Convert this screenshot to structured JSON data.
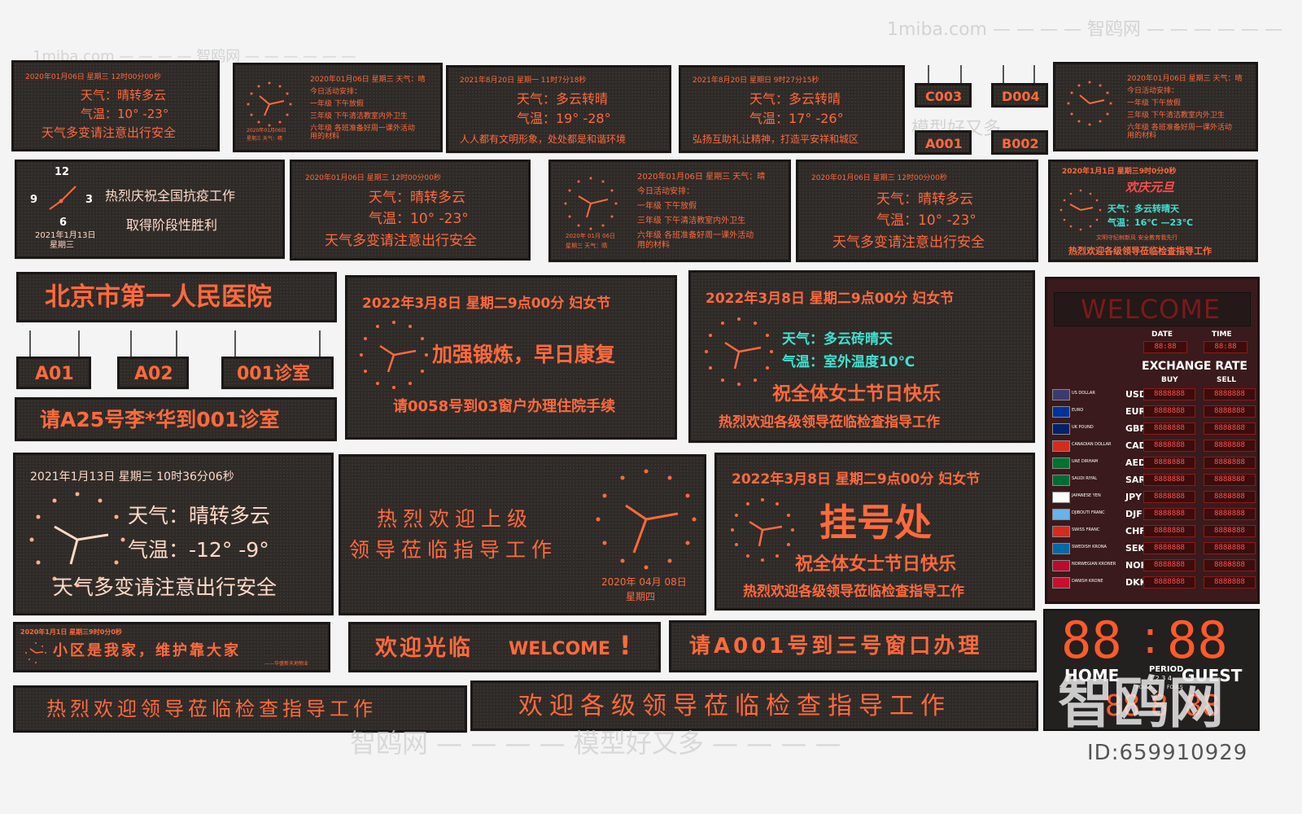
{
  "watermarks": {
    "top": "1miba.com — — — — 智鸥网 — — — — — —",
    "tl": "1miba.com — — — — 智鸥网 — — — — — —",
    "mid": "智鸥网 — — — 模型好又多",
    "bottom": "智鸥网 — — — — 模型好又多 — — — —",
    "big": "智鸥网",
    "id": "ID:659910929"
  },
  "p1": {
    "l1": "2020年01月06日  星期三  12时00分00秒",
    "l2": "天气：晴转多云",
    "l3": "气温：10° -23°",
    "l4": "天气多变请注意出行安全"
  },
  "p2": {
    "l1": "2020年01月06日  星期三  天气：晴",
    "l2": "今日活动安排：",
    "l3": "一年级  下午放假",
    "l4": "三年级  下午清洁教室内外卫生",
    "l5": "六年级  各班准备好周一课外活动",
    "l6": "用的材料",
    "date": "2020年01月06日",
    "wk": "星期三  天气：晴"
  },
  "p3": {
    "l1": "2021年8月20日  星期一  11时7分18秒",
    "l2": "天气：多云转晴",
    "l3": "气温：19° -28°",
    "l4": "人人都有文明形象，处处都是和谐环境"
  },
  "p4": {
    "l1": "2021年8月20日  星期日  9时27分15秒",
    "l2": "天气：多云转晴",
    "l3": "气温：17° -26°",
    "l4": "弘扬互助礼让精神，打造平安祥和城区"
  },
  "tags": {
    "c003": "C003",
    "d004": "D004",
    "a001": "A001",
    "b002": "B002"
  },
  "p5": {
    "l1": "2020年01月06日  星期三  天气：晴",
    "l2": "今日活动安排：",
    "l3": "一年级  下午放假",
    "l4": "三年级  下午清洁教室内外卫生",
    "l5": "六年级  各班准备好周一课外活动",
    "l6": "用的材料"
  },
  "p6": {
    "n12": "12",
    "n9": "9",
    "n3": "3",
    "n6": "6",
    "l1": "热烈庆祝全国抗疫工作",
    "l2": "取得阶段性胜利",
    "d1": "2021年1月13日",
    "d2": "星期三"
  },
  "p7": {
    "l1": "2020年01月06日  星期三  12时00分00秒",
    "l2": "天气：晴转多云",
    "l3": "气温：10° -23°",
    "l4": "天气多变请注意出行安全"
  },
  "p8": {
    "l1": "2020年01月06日  星期三  天气：晴",
    "l2": "今日活动安排：",
    "l3": "一年级  下午放假",
    "l4": "三年级  下午清洁教室内外卫生",
    "l5": "六年级  各班准备好周一课外活动",
    "l6": "用的材料",
    "date": "2020年 01月 06日",
    "wk": "星期三  天气：晴"
  },
  "p9": {
    "l1": "2020年01月06日  星期三  12时00分00秒",
    "l2": "天气：晴转多云",
    "l3": "气温：10° -23°",
    "l4": "天气多变请注意出行安全"
  },
  "p10": {
    "l1": "2020年1月1日  星期三9时0分0秒",
    "l2": "欢庆元旦",
    "l3": "天气：多云转晴天",
    "l4": "气温：16℃ —23℃",
    "l5": "文明守纪树新风  安全教育我先行",
    "l6": "热烈欢迎各级领导莅临检查指导工作"
  },
  "p11": {
    "title": "北京市第一人民医院"
  },
  "rooms": {
    "a01": "A01",
    "a02": "A02",
    "r001": "001诊室"
  },
  "p12": {
    "text": "请A25号李*华到001诊室"
  },
  "p13": {
    "l1": "2022年3月8日  星期二9点00分   妇女节",
    "l2": "加强锻炼，早日康复",
    "l3": "请0058号到03窗户办理住院手续"
  },
  "p14": {
    "l1": "2022年3月8日  星期二9点00分   妇女节",
    "l2": "天气：多云砖晴天",
    "l3": "气温：室外温度10℃",
    "l4": "祝全体女士节日快乐",
    "l5": "热烈欢迎各级领导莅临检查指导工作"
  },
  "exchange": {
    "welcome": "WELCOME",
    "date": "DATE",
    "time": "TIME",
    "datev": "88:88",
    "timev": "88:88",
    "title": "EXCHANGE RATE",
    "buy": "BUY",
    "sell": "SELL",
    "digits": "8888888",
    "rows": [
      {
        "name": "US DOLLAR",
        "code": "USD",
        "flag": "#3c3b6e"
      },
      {
        "name": "EURO",
        "code": "EUR",
        "flag": "#003399"
      },
      {
        "name": "UK POUND",
        "code": "GBP",
        "flag": "#012169"
      },
      {
        "name": "CANADIAN DOLLAR",
        "code": "CAD",
        "flag": "#d52b1e"
      },
      {
        "name": "UAE DIRHAM",
        "code": "AED",
        "flag": "#00732f"
      },
      {
        "name": "SAUDI RIYAL",
        "code": "SAR",
        "flag": "#006c35"
      },
      {
        "name": "JAPANESE YEN",
        "code": "JPY",
        "flag": "#ffffff"
      },
      {
        "name": "DJIBOUTI FRANC",
        "code": "DJF",
        "flag": "#6ab2e7"
      },
      {
        "name": "SWISS FRANC",
        "code": "CHF",
        "flag": "#da291c"
      },
      {
        "name": "SWEDISH KRONA",
        "code": "SEK",
        "flag": "#006aa7"
      },
      {
        "name": "NORWEGIAN KRONER",
        "code": "NOK",
        "flag": "#ba0c2f"
      },
      {
        "name": "DANISH KRONE",
        "code": "DKK",
        "flag": "#c8102e"
      }
    ]
  },
  "p15": {
    "l1": "2021年1月13日   星期三  10时36分06秒",
    "l2": "天气：晴转多云",
    "l3": "气温：-12° -9°",
    "l4": "天气多变请注意出行安全"
  },
  "p16": {
    "l1": "热烈欢迎上级",
    "l2": "领导莅临指导工作",
    "d1": "2020年 04月 08日",
    "d2": "星期四"
  },
  "p17": {
    "l1": "2022年3月8日  星期二9点00分   妇女节",
    "l2": "挂号处",
    "l3": "祝全体女士节日快乐",
    "l4": "热烈欢迎各级领导莅临检查指导工作"
  },
  "score": {
    "left": "88",
    "colon": ":",
    "right": "88",
    "home": "HOME",
    "period": "PERIOD",
    "guest": "GUEST",
    "pn": "1 2 3 4",
    "fouls": "FOULS",
    "b1": "88",
    "b2": "8",
    "b3": "88"
  },
  "p18": {
    "l1": "2020年1月1日  星期三9时0分0秒",
    "l2": "小区是我家，维护靠大家",
    "l3": "——华盛新天地物业"
  },
  "p19": {
    "l1": "欢迎光临",
    "l2": "WELCOME",
    "l3": "!"
  },
  "p20": {
    "text": "请A001号到三号窗口办理"
  },
  "p21": {
    "text": "热烈欢迎领导莅临检查指导工作"
  },
  "p22": {
    "text": "欢迎各级领导莅临检查指导工作"
  }
}
